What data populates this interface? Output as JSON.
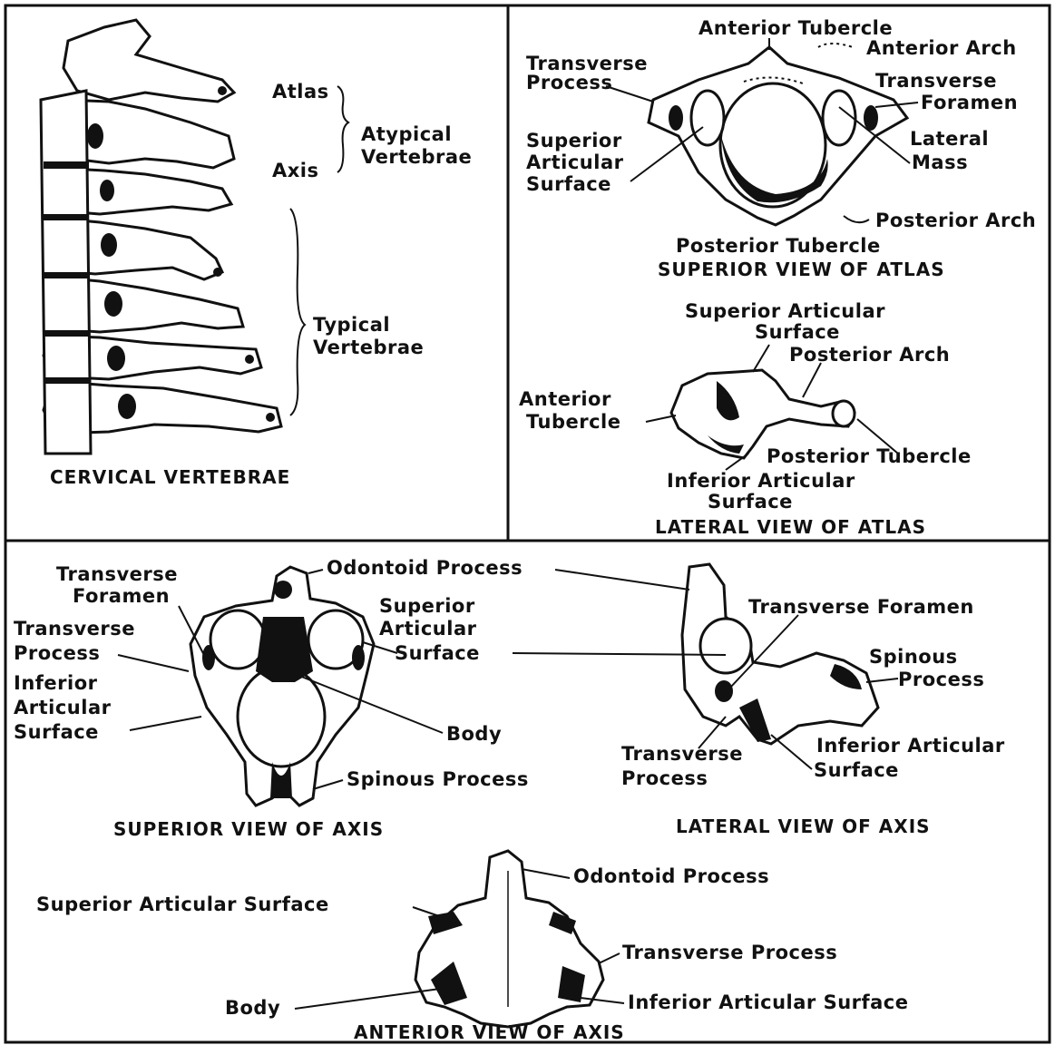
{
  "panels": {
    "cervical": {
      "caption": "CERVICAL VERTEBRAE",
      "labels": {
        "atlas": "Atlas",
        "axis": "Axis",
        "atypical_1": "Atypical",
        "atypical_2": "Vertebrae",
        "typical_1": "Typical",
        "typical_2": "Vertebrae"
      }
    },
    "atlas_superior": {
      "caption": "SUPERIOR VIEW OF ATLAS",
      "labels": {
        "anterior_tubercle": "Anterior Tubercle",
        "anterior_arch": "Anterior Arch",
        "transverse_process_1": "Transverse",
        "transverse_process_2": "Process",
        "transverse_foramen_1": "Transverse",
        "transverse_foramen_2": "Foramen",
        "superior_articular_1": "Superior",
        "superior_articular_2": "Articular",
        "superior_articular_3": "Surface",
        "lateral_mass_1": "Lateral",
        "lateral_mass_2": "Mass",
        "posterior_arch": "Posterior Arch",
        "posterior_tubercle": "Posterior Tubercle"
      }
    },
    "atlas_lateral": {
      "caption": "LATERAL VIEW OF ATLAS",
      "labels": {
        "superior_articular_1": "Superior Articular",
        "superior_articular_2": "Surface",
        "posterior_arch": "Posterior Arch",
        "anterior_tubercle_1": "Anterior",
        "anterior_tubercle_2": "Tubercle",
        "posterior_tubercle": "Posterior Tubercle",
        "inferior_articular_1": "Inferior Articular",
        "inferior_articular_2": "Surface"
      }
    },
    "axis_superior": {
      "caption": "SUPERIOR VIEW OF AXIS",
      "labels": {
        "transverse_foramen_1": "Transverse",
        "transverse_foramen_2": "Foramen",
        "odontoid_process": "Odontoid Process",
        "transverse_process_1": "Transverse",
        "transverse_process_2": "Process",
        "superior_articular_1": "Superior",
        "superior_articular_2": "Articular",
        "superior_articular_3": "Surface",
        "inferior_articular_1": "Inferior",
        "inferior_articular_2": "Articular",
        "inferior_articular_3": "Surface",
        "body": "Body",
        "spinous_process": "Spinous Process"
      }
    },
    "axis_lateral": {
      "caption": "LATERAL VIEW OF AXIS",
      "labels": {
        "transverse_foramen": "Transverse Foramen",
        "spinous_process_1": "Spinous",
        "spinous_process_2": "Process",
        "transverse_process_1": "Transverse",
        "transverse_process_2": "Process",
        "inferior_articular_1": "Inferior Articular",
        "inferior_articular_2": "Surface"
      }
    },
    "axis_anterior": {
      "caption": "ANTERIOR VIEW OF AXIS",
      "labels": {
        "odontoid_process": "Odontoid Process",
        "superior_articular": "Superior Articular Surface",
        "transverse_process": "Transverse Process",
        "body": "Body",
        "inferior_articular": "Inferior Articular Surface"
      }
    }
  }
}
